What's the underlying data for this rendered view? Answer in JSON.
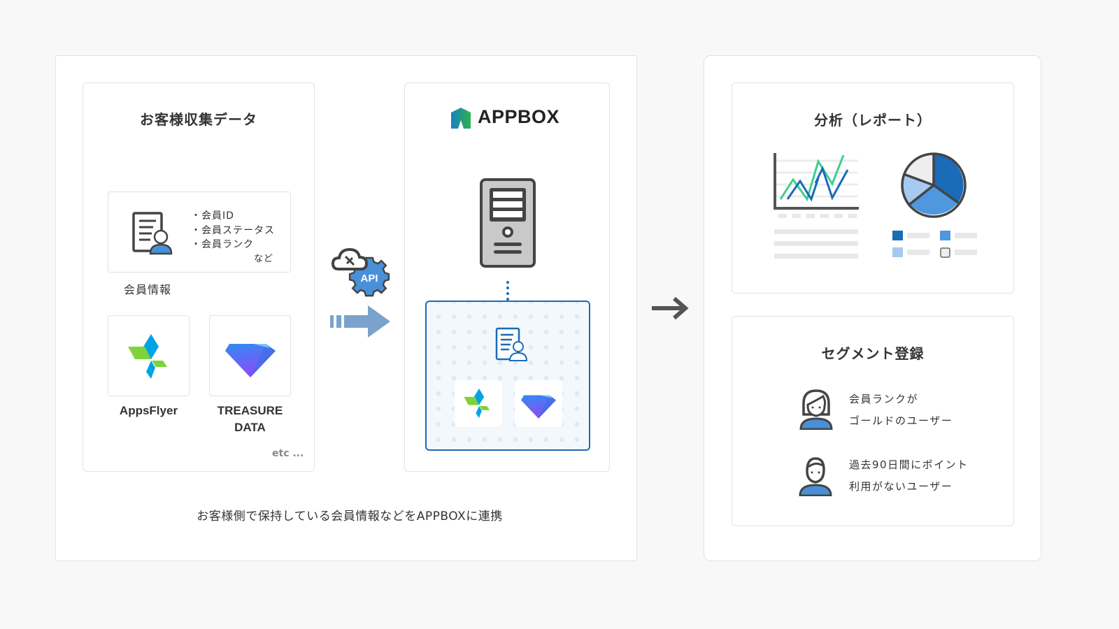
{
  "left_panel": {
    "source_card": {
      "title": "お客様収集データ",
      "member_info": {
        "items": [
          "・会員ID",
          "・会員ステータス",
          "・会員ランク"
        ],
        "etc_note": "など",
        "label": "会員情報"
      },
      "integrations": [
        {
          "name": "AppsFlyer"
        },
        {
          "name": "TREASURE\nDATA"
        }
      ],
      "etc": "etc ..."
    },
    "api_badge": "API",
    "appbox_card": {
      "logo_text": "APPBOX"
    },
    "caption": "お客様側で保持している会員情報などをAPPBOXに連携"
  },
  "right_panel": {
    "analysis_card": {
      "title": "分析（レポート）"
    },
    "segment_card": {
      "title": "セグメント登録",
      "segments": [
        {
          "line1": "会員ランクが",
          "line2": "ゴールドのユーザー"
        },
        {
          "line1": "過去90日間にポイント",
          "line2": "利用がないユーザー"
        }
      ]
    }
  },
  "colors": {
    "brand_blue": "#1a6bb8",
    "accent_blue": "#4a90d9",
    "green": "#3ccf91",
    "arrow": "#7ba2cc"
  }
}
